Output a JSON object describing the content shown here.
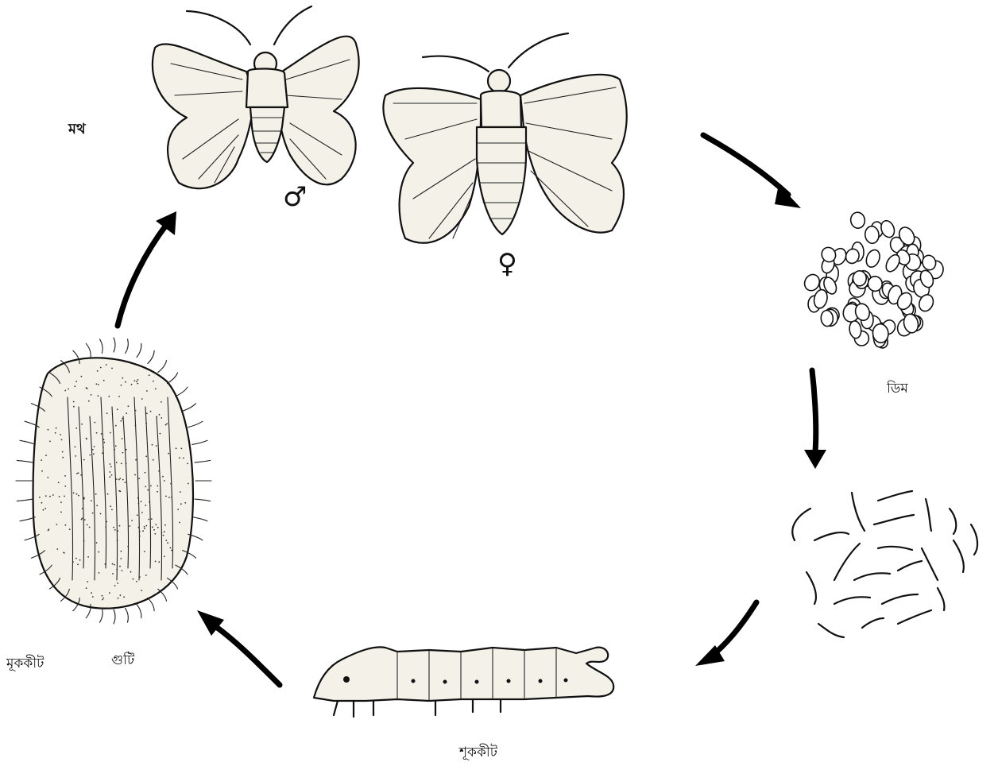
{
  "labels": {
    "moth": "মথ",
    "male": "♂",
    "female": "♀",
    "egg": "ডিম",
    "pupa_left": "মূককীট",
    "pupa_right": "গুটি",
    "larva": "শূককীট"
  },
  "colors": {
    "ink": "#111111",
    "background": "#ffffff",
    "body_fill": "#f3f1e8"
  }
}
